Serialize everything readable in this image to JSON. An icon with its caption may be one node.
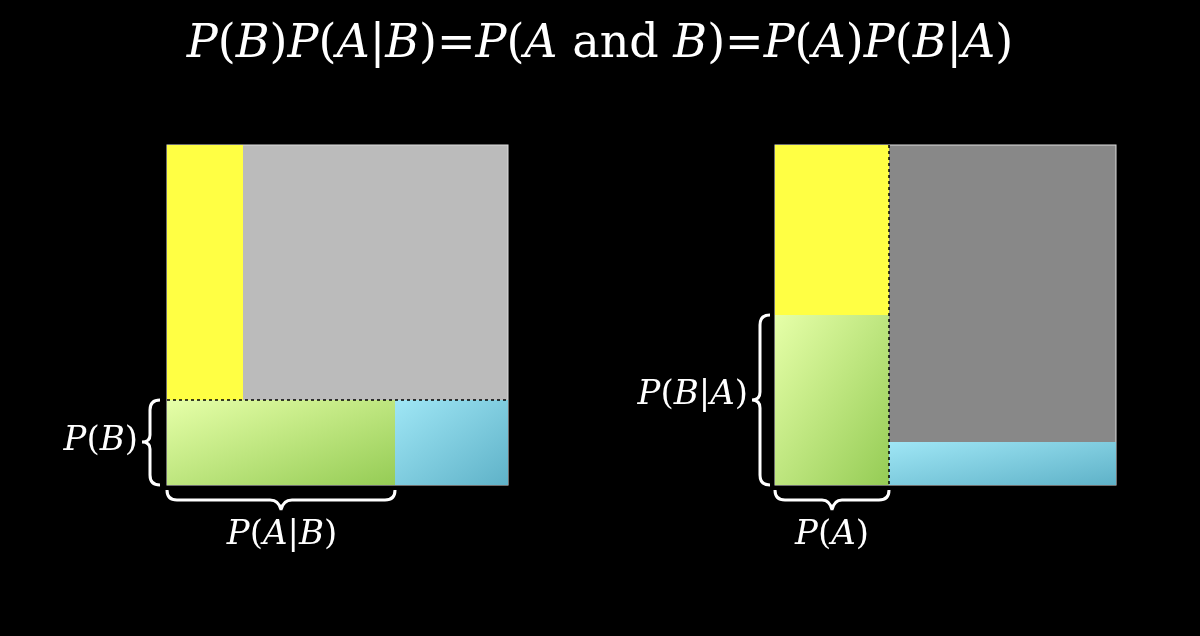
{
  "diagram": {
    "title": "*P*(*B*)*P*(*A*|*B*)=*P*(*A* and *B*)=*P*(*A*)*P*(*B*|*A*)",
    "labels": [
      "*P*(*B*|*A*)",
      "*P*(*B*)",
      "*P*(*A*|*B*)",
      "*P*(*A*)"
    ]
  }
}
